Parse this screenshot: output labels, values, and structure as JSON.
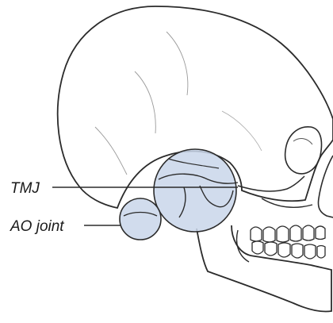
{
  "labels": {
    "tmj": "TMJ",
    "ao_joint": "AO joint"
  },
  "colors": {
    "line": "#2b2b2b",
    "joint_fill": "#c9d6ea",
    "joint_stroke": "#2b2b2b",
    "background": "#ffffff"
  },
  "icons": {
    "skull": "skull-illustration"
  }
}
